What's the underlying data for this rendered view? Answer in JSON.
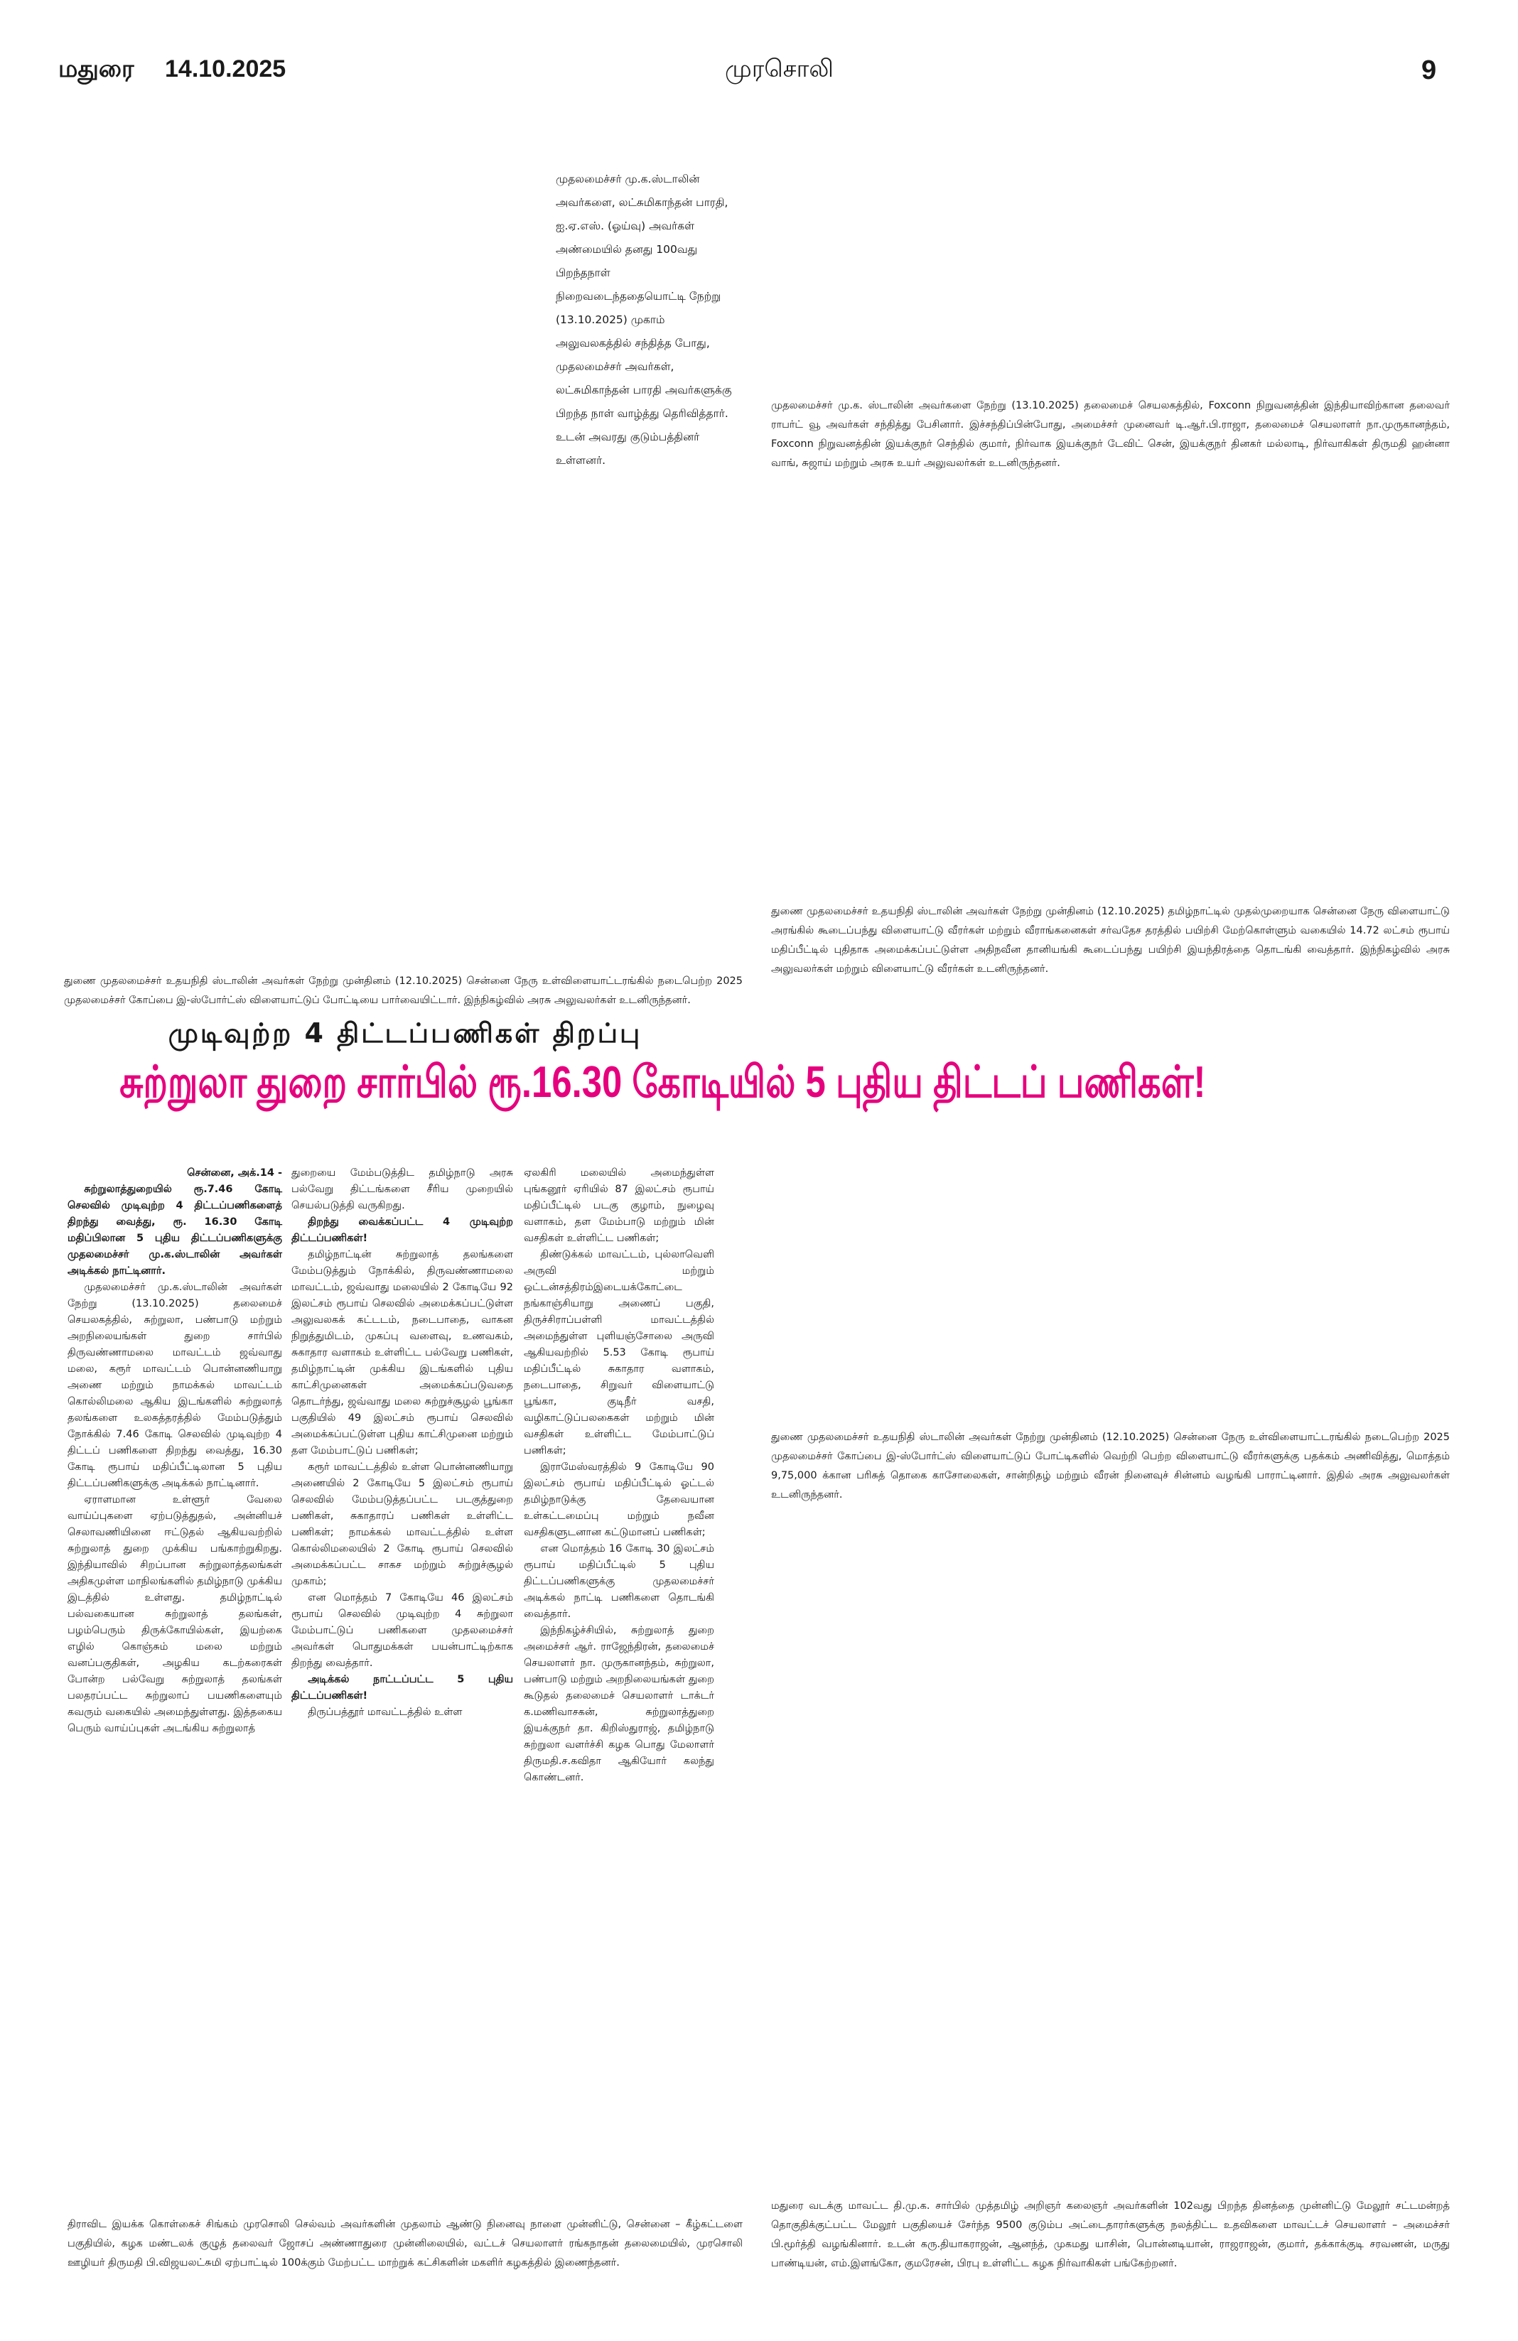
{
  "header": {
    "edition": "மதுரை",
    "date": "14.10.2025",
    "masthead": "முரசொலி",
    "page_number": "9"
  },
  "captions": {
    "birthday": "முதலமைச்சர் மு.க.ஸ்டாலின் அவர்களை, லட்சுமிகாந்தன் பாரதி, ஐ.ஏ.எஸ். (ஓய்வு) அவர்கள் அண்மையில் தனது 100வது பிறந்தநாள் நிறைவடைந்ததையொட்டி நேற்று (13.10.2025) முகாம் அலுவலகத்தில் சந்தித்த போது, முதலமைச்சர் அவர்கள், லட்சுமிகாந்தன் பாரதி அவர்களுக்கு பிறந்த நாள் வாழ்த்து தெரிவித்தார். உடன் அவரது குடும்பத்தினர் உள்ளனர்.",
    "foxconn": "முதலமைச்சர் மு.க. ஸ்டாலின் அவர்களை நேற்று (13.10.2025) தலைமைச் செயலகத்தில், Foxconn நிறுவனத்தின் இந்தியாவிற்கான தலைவர் ராபர்ட் வூ அவர்கள் சந்தித்து பேசினார். இச்சந்திப்பின்போது, அமைச்சர் முனைவர் டி.ஆர்.பி.ராஜா, தலைமைச் செயலாளர் நா.முருகானந்தம், Foxconn நிறுவனத்தின் இயக்குநர் செந்தில் குமார், நிர்வாக இயக்குநர் டேவிட் சென், இயக்குநர் தினகர் மல்லாடி, நிர்வாகிகள் திருமதி ஹன்னா வாங், சுஜாய் மற்றும் அரசு உயர் அலுவலர்கள் உடனிருந்தனர்.",
    "basketball": "துணை முதலமைச்சர் உதயநிதி ஸ்டாலின் அவர்கள் நேற்று முன்தினம் (12.10.2025) தமிழ்நாட்டில் முதல்முறையாக சென்னை நேரு விளையாட்டு அரங்கில் கூடைப்பந்து விளையாட்டு வீரர்கள் மற்றும் வீராங்கனைகள் சர்வதேச தரத்தில் பயிற்சி மேற்கொள்ளும் வகையில் 14.72 லட்சம் ரூபாய் மதிப்பீட்டில் புதிதாக அமைக்கப்பட்டுள்ள அதிநவீன தானியங்கி கூடைப்பந்து பயிற்சி இயந்திரத்தை தொடங்கி வைத்தார். இந்நிகழ்வில் அரசு அலுவலர்கள் மற்றும் விளையாட்டு வீரர்கள் உடனிருந்தனர்.",
    "esports_view": "துணை முதலமைச்சர் உதயநிதி ஸ்டாலின் அவர்கள் நேற்று முன்தினம் (12.10.2025) சென்னை நேரு உள்விளையாட்டரங்கில் நடைபெற்ற 2025 முதலமைச்சர் கோப்பை இ-ஸ்போர்ட்ஸ் விளையாட்டுப் போட்டியை பார்வையிட்டார். இந்நிகழ்வில் அரசு அலுவலர்கள் உடனிருந்தனர்.",
    "esports_medals": "துணை முதலமைச்சர் உதயநிதி ஸ்டாலின் அவர்கள் நேற்று முன்தினம் (12.10.2025) சென்னை நேரு உள்விளையாட்டரங்கில் நடைபெற்ற 2025 முதலமைச்சர் கோப்பை இ-ஸ்போர்ட்ஸ் விளையாட்டுப் போட்டிகளில் வெற்றி பெற்ற விளையாட்டு வீரர்களுக்கு பதக்கம் அணிவித்து, மொத்தம் 9,75,000 க்கான பரிசுத் தொகை காசோலைகள், சான்றிதழ் மற்றும் வீரன் நினைவுச் சின்னம் வழங்கி பாராட்டினார். இதில் அரசு அலுவலர்கள் உடனிருந்தனர்.",
    "murasoli_selvam": "திராவிட இயக்க கொள்கைச் சிங்கம் முரசொலி செல்வம் அவர்களின் முதலாம் ஆண்டு நினைவு நாளை முன்னிட்டு, சென்னை – கீழ்கட்டளை பகுதியில், கழக மண்டலக் குழுத் தலைவர் ஜோசப் அண்ணாதுரை முன்னிலையில், வட்டச் செயலாளர் ரங்கநாதன் தலைமையில், முரசொலி ஊழியர் திருமதி பி.விஜயலட்சுமி ஏற்பாட்டில் 100க்கும் மேற்பட்ட மாற்றுக் கட்சிகளின் மகளிர் கழகத்தில் இணைந்தனர்.",
    "melur": "மதுரை வடக்கு மாவட்ட தி.மு.க. சார்பில் முத்தமிழ் அறிஞர் கலைஞர் அவர்களின் 102வது பிறந்த தினத்தை முன்னிட்டு மேலூர் சட்டமன்றத் தொகுதிக்குட்பட்ட மேலூர் பகுதியைச் சேர்ந்த 9500 குடும்ப அட்டைதாரர்களுக்கு நலத்திட்ட உதவிகளை மாவட்டச் செயலாளர் – அமைச்சர் பி.மூர்த்தி வழங்கினார். உடன் கரு.தியாகராஜன், ஆனந்த், முகமது யாசின், பொன்னடியான், ராஜராஜன், குமார், தக்காக்குடி சரவணன், மருது பாண்டியன், எம்.இளங்கோ, குமரேசன், பிரபு உள்ளிட்ட கழக நிர்வாகிகள் பங்கேற்றனர்."
  },
  "article": {
    "kicker": "முடிவுற்ற 4 திட்டப்பணிகள் திறப்பு",
    "headline": "சுற்றுலா துறை சார்பில் ரூ.16.30 கோடியில் 5 புதிய திட்டப் பணிகள்!",
    "dateline": "சென்னை, அக்.14 -",
    "lead": "சுற்றுலாத்துறையில் ரூ.7.46 கோடி செலவில் முடிவுற்ற 4 திட்டப்பணிகளைத் திறந்து வைத்து, ரூ. 16.30 கோடி மதிப்பிலான 5 புதிய திட்டப்பணிகளுக்கு முதலமைச்சர் மு.க.ஸ்டாலின் அவர்கள் அடிக்கல் நாட்டினார்.",
    "col1": [
      "முதலமைச்சர் மு.க.ஸ்டாலின் அவர்கள் நேற்று (13.10.2025) தலைமைச் செயலகத்தில், சுற்றுலா, பண்பாடு மற்றும் அறநிலையங்கள் துறை சார்பில் திருவண்ணாமலை மாவட்டம் ஜவ்வாது மலை, கரூர் மாவட்டம் பொன்னணியாறு அணை மற்றும் நாமக்கல் மாவட்டம் கொல்லிமலை ஆகிய இடங்களில் சுற்றுலாத் தலங்களை உலகத்தரத்தில் மேம்படுத்தும் நோக்கில் 7.46 கோடி செலவில் முடிவுற்ற 4 திட்டப் பணிகளை திறந்து வைத்து, 16.30 கோடி ரூபாய் மதிப்பீட்டிலான 5 புதிய திட்டப்பணிகளுக்கு அடிக்கல் நாட்டினார்.",
      "ஏராளமான உள்ளூர் வேலை வாய்ப்புகளை ஏற்படுத்துதல், அன்னியச் செலாவணியினை ஈட்டுதல் ஆகியவற்றில் சுற்றுலாத் துறை முக்கிய பங்காற்றுகிறது. இந்தியாவில் சிறப்பான சுற்றுலாத்தலங்கள் அதிகமுள்ள மாநிலங்களில் தமிழ்நாடு முக்கிய இடத்தில் உள்ளது. தமிழ்நாட்டில் பல்வகையான சுற்றுலாத் தலங்கள், பழம்பெரும் திருக்கோயில்கள், இயற்கை எழில் கொஞ்சும் மலை மற்றும் வனப்பகுதிகள், அழகிய கடற்கரைகள் போன்ற பல்வேறு சுற்றுலாத் தலங்கள் பலதரப்பட்ட சுற்றுலாப் பயணிகளையும் கவரும் வகையில் அமைந்துள்ளது. இத்தகைய பெரும் வாய்ப்புகள் அடங்கிய சுற்றுலாத்"
    ],
    "col2": [
      "துறையை மேம்படுத்திட தமிழ்நாடு அரசு பல்வேறு திட்டங்களை சீரிய முறையில் செயல்படுத்தி வருகிறது.",
      "தமிழ்நாட்டின் சுற்றுலாத் தலங்களை மேம்படுத்தும் நோக்கில், திருவண்ணாமலை மாவட்டம், ஜவ்வாது மலையில் 2 கோடியே 92 இலட்சம் ரூபாய் செலவில் அமைக்கப்பட்டுள்ள அலுவலகக் கட்டடம், நடைபாதை, வாகன நிறுத்துமிடம், முகப்பு வளைவு, உணவகம், சுகாதார வளாகம் உள்ளிட்ட பல்வேறு பணிகள், தமிழ்நாட்டின் முக்கிய இடங்களில் புதிய காட்சிமுனைகள் அமைக்கப்படுவதை தொடர்ந்து, ஜவ்வாது மலை சுற்றுச்சூழல் பூங்கா பகுதியில் 49 இலட்சம் ரூபாய் செலவில் அமைக்கப்பட்டுள்ள புதிய காட்சிமுனை மற்றும் தள மேம்பாட்டுப் பணிகள்;",
      "கரூர் மாவட்டத்தில் உள்ள பொன்னணியாறு அணையில் 2 கோடியே 5 இலட்சம் ரூபாய் செலவில் மேம்படுத்தப்பட்ட படகுத்துறை பணிகள், சுகாதாரப் பணிகள் உள்ளிட்ட பணிகள்; நாமக்கல் மாவட்டத்தில் உள்ள கொல்லிமலையில் 2 கோடி ரூபாய் செலவில் அமைக்கப்பட்ட சாகச மற்றும் சுற்றுச்சூழல் முகாம்;",
      "என மொத்தம் 7 கோடியே 46 இலட்சம் ரூபாய் செலவில் முடிவுற்ற 4 சுற்றுலா மேம்பாட்டுப் பணிகளை முதலமைச்சர் அவர்கள் பொதுமக்கள் பயன்பாட்டிற்காக திறந்து வைத்தார்.",
      "திருப்பத்தூர் மாவட்டத்தில் உள்ள"
    ],
    "sub1": "திறந்து வைக்கப்பட்ட 4 முடிவுற்ற திட்டப்பணிகள்!",
    "sub2": "அடிக்கல் நாட்டப்பட்ட 5 புதிய திட்டப்பணிகள்!",
    "col3": [
      "ஏலகிரி மலையில் அமைந்துள்ள புங்கனூர் ஏரியில் 87 இலட்சம் ரூபாய் மதிப்பீட்டில் படகு குழாம், நுழைவு வளாகம், தள மேம்பாடு மற்றும் மின் வசதிகள் உள்ளிட்ட பணிகள்;",
      "திண்டுக்கல் மாவட்டம், புல்லாவெளி அருவி மற்றும் ஒட்டன்சத்திரம்இடையக்கோட்டை நங்காஞ்சியாறு அணைப் பகுதி, திருச்சிராப்பள்ளி மாவட்டத்தில் அமைந்துள்ள புளியஞ்சோலை அருவி ஆகியவற்றில் 5.53 கோடி ரூபாய் மதிப்பீட்டில் சுகாதார வளாகம், நடைபாதை, சிறுவர் விளையாட்டு பூங்கா, குடிநீர் வசதி, வழிகாட்டுப்பலகைகள் மற்றும் மின் வசதிகள் உள்ளிட்ட மேம்பாட்டுப் பணிகள்;",
      "இராமேஸ்வரத்தில் 9 கோடியே 90 இலட்சம் ரூபாய் மதிப்பீட்டில் ஓட்டல் தமிழ்நாடுக்கு தேவையான உள்கட்டமைப்பு மற்றும் நவீன வசதிகளுடனான கட்டுமானப் பணிகள்;",
      "என மொத்தம் 16 கோடி 30 இலட்சம் ரூபாய் மதிப்பீட்டில் 5 புதிய திட்டப்பணிகளுக்கு முதலமைச்சர் அடிக்கல் நாட்டி பணிகளை தொடங்கி வைத்தார்.",
      "இந்நிகழ்ச்சியில், சுற்றுலாத் துறை அமைச்சர் ஆர். ராஜேந்திரன், தலைமைச் செயலாளர் நா. முருகானந்தம், சுற்றுலா, பண்பாடு மற்றும் அறநிலையங்கள் துறை கூடுதல் தலைமைச் செயலாளர் டாக்டர் க.மணிவாசகன், சுற்றுலாத்துறை இயக்குநர் தா. கிறிஸ்துராஜ், தமிழ்நாடு சுற்றுலா வளர்ச்சி கழக பொது மேலாளர் திருமதி.ச.கவிதா ஆகியோர் கலந்து கொண்டனர்."
    ]
  },
  "colors": {
    "headline": "#e6007e",
    "text": "#1a1a1a"
  }
}
